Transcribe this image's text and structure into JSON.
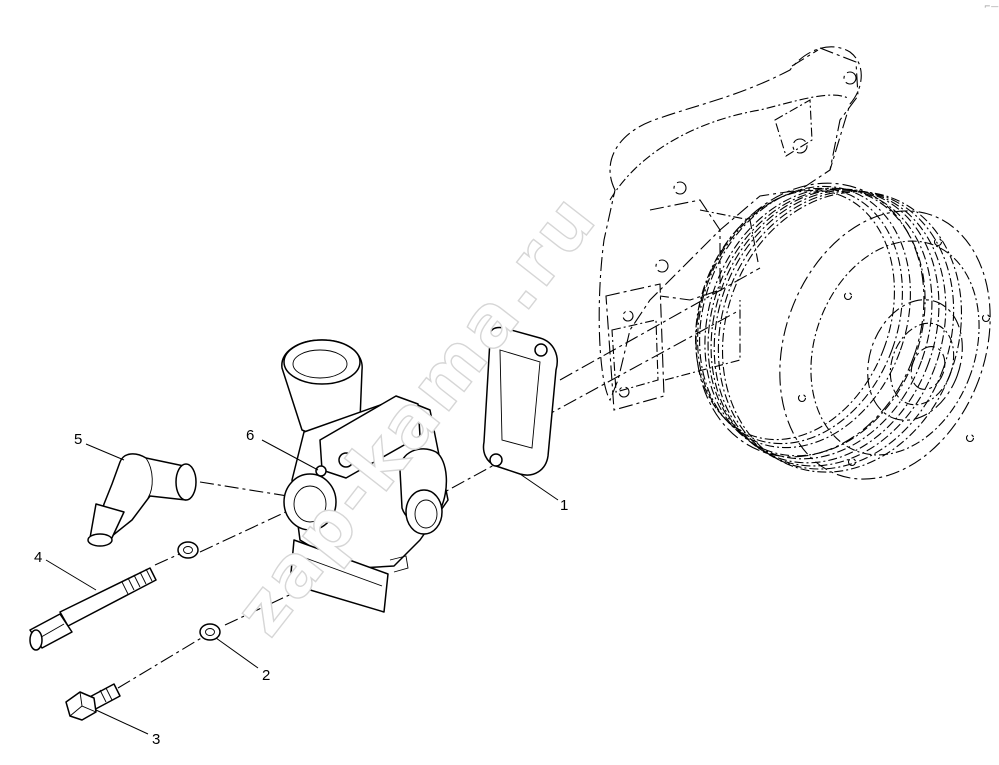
{
  "corner_mark": "⌐—",
  "watermark": "zap-kama.ru",
  "callouts": [
    {
      "id": "1",
      "label": "1"
    },
    {
      "id": "2",
      "label": "2"
    },
    {
      "id": "3",
      "label": "3"
    },
    {
      "id": "4",
      "label": "4"
    },
    {
      "id": "5",
      "label": "5"
    },
    {
      "id": "6",
      "label": "6"
    }
  ],
  "colors": {
    "line": "#000000",
    "background": "#ffffff",
    "watermark": "#d6d6d6"
  },
  "icons": [
    "water-pump-illustration",
    "thermostat-housing-illustration",
    "gasket-illustration",
    "elbow-pipe-illustration",
    "stud-bolt-illustration",
    "washer-illustration",
    "hex-bolt-illustration"
  ]
}
